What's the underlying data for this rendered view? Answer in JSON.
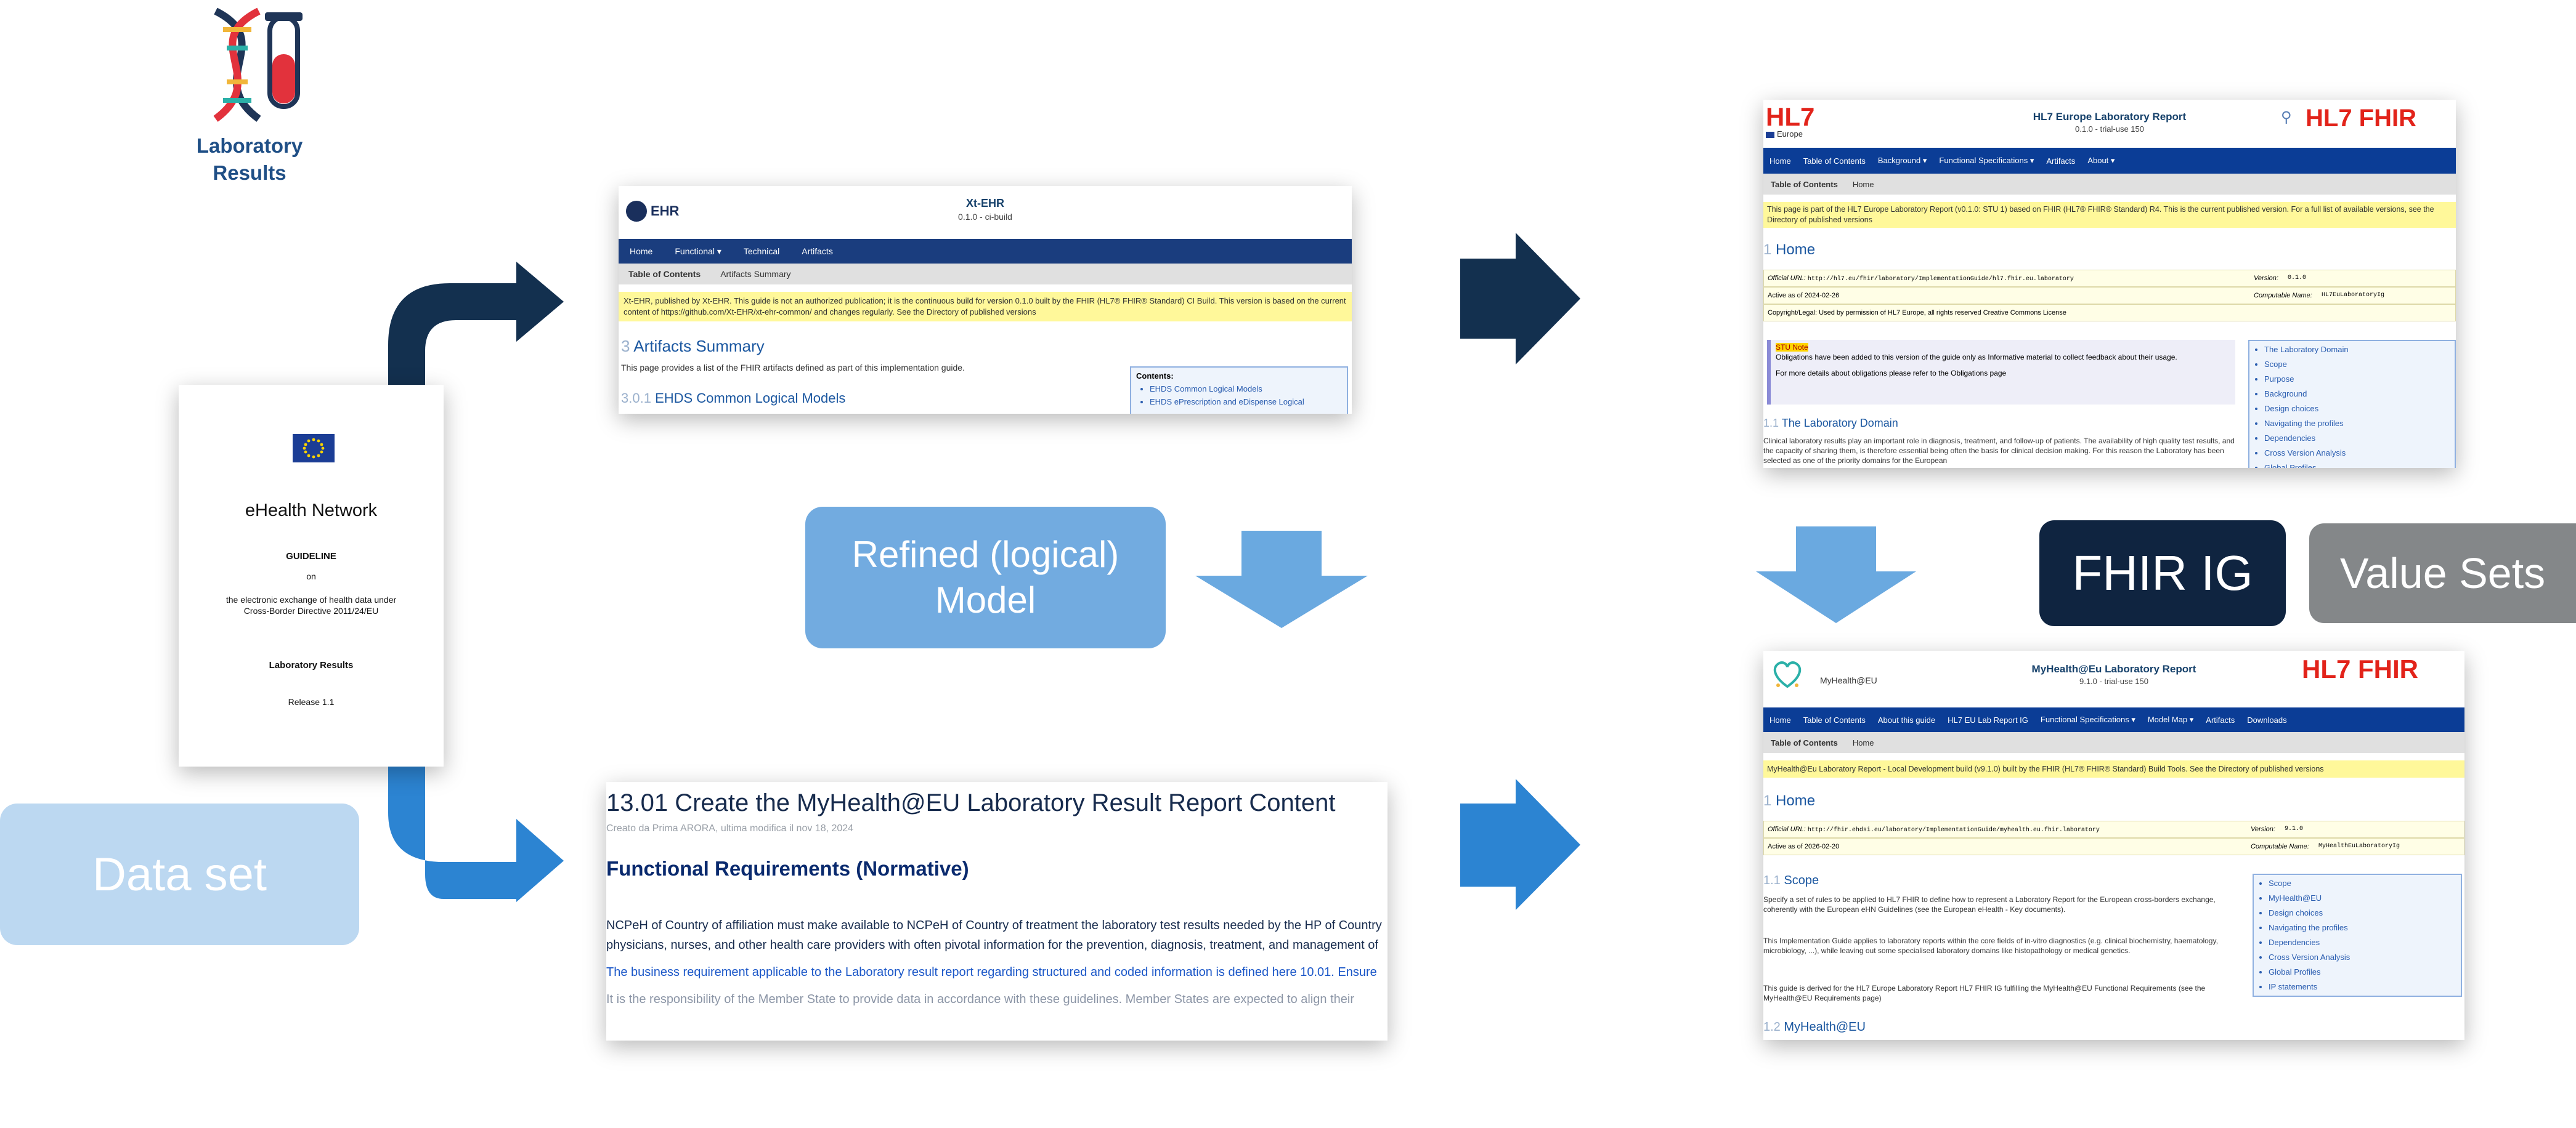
{
  "lab_icon_title": "Laboratory Results",
  "guideline": {
    "org": "eHealth Network",
    "heading": "GUIDELINE",
    "on": "on",
    "desc": "the electronic exchange of health data under Cross-Border Directive 2011/24/EU",
    "subject": "Laboratory Results",
    "release": "Release 1.1"
  },
  "boxes": {
    "data_set": "Data set",
    "refined_model": "Refined (logical) Model",
    "fhir_ig": "FHIR IG",
    "value_sets": "Value Sets"
  },
  "xt": {
    "logo": "EHR",
    "title": "Xt-EHR",
    "version": "0.1.0 - ci-build",
    "nav": [
      "Home",
      "Functional ▾",
      "Technical",
      "Artifacts"
    ],
    "crumbs": [
      "Table of Contents",
      "Artifacts Summary"
    ],
    "banner": "Xt-EHR, published by Xt-EHR. This guide is not an authorized publication; it is the continuous build for version 0.1.0 built by the FHIR (HL7® FHIR® Standard) CI Build. This version is based on the current content of https://github.com/Xt-EHR/xt-ehr-common/ and changes regularly. See the Directory of published versions",
    "h_num": "3",
    "h": "Artifacts Summary",
    "p": "This page provides a list of the FHIR artifacts defined as part of this implementation guide.",
    "h2_num": "3.0.1",
    "h2": "EHDS Common Logical Models",
    "toc_title": "Contents:",
    "toc": [
      "EHDS Common Logical Models",
      "EHDS ePrescription and eDispense Logical"
    ]
  },
  "req": {
    "title": "13.01 Create the MyHealth@EU Laboratory Result Report Content",
    "meta": "Creato da Prima ARORA, ultima modifica il nov 18, 2024",
    "h": "Functional Requirements (Normative)",
    "p1": "NCPeH of Country of affiliation must make available to NCPeH of Country of treatment the laboratory test results needed by the HP of Country",
    "p2": "physicians, nurses, and other health care providers with often pivotal information for the prevention, diagnosis, treatment, and management of",
    "p3": "The business requirement applicable to the Laboratory result report regarding structured and coded information is defined here 10.01. Ensure",
    "p4": "It is the responsibility of the Member State to provide data in accordance with these guidelines. Member States are expected to align their"
  },
  "hl7eu": {
    "logo": "HL7",
    "logo_sub": "Europe",
    "title": "HL7 Europe Laboratory Report",
    "version": "0.1.0 - trial-use 150",
    "fhir": "HL7 FHIR",
    "nav": [
      "Home",
      "Table of Contents",
      "Background ▾",
      "Functional Specifications ▾",
      "Artifacts",
      "About ▾"
    ],
    "crumbs": [
      "Table of Contents",
      "Home"
    ],
    "banner": "This page is part of the HL7 Europe Laboratory Report (v0.1.0: STU 1) based on FHIR (HL7® FHIR® Standard) R4. This is the current published version. For a full list of available versions, see the Directory of published versions",
    "h_num": "1",
    "h": "Home",
    "rows": [
      [
        "Official URL:",
        "http://hl7.eu/fhir/laboratory/ImplementationGuide/hl7.fhir.eu.laboratory",
        "Version:",
        "0.1.0"
      ],
      [
        "Active as of 2024-02-26",
        "",
        "Computable Name:",
        "HL7EuLaboratoryIg"
      ]
    ],
    "copyright": "Copyright/Legal: Used by permission of HL7 Europe, all rights reserved Creative Commons License",
    "stu_label": "STU Note",
    "stu_text": "Obligations have been added to this version of the guide only as Informative material to collect feedback about their usage.",
    "stu_text2": "For more details about obligations please refer to the Obligations page",
    "h2_num": "1.1",
    "h2": "The Laboratory Domain",
    "p": "Clinical laboratory results play an important role in diagnosis, treatment, and follow-up of patients. The availability of high quality test results, and the capacity of sharing them, is therefore essential being often the basis for clinical decision making. For this reason the Laboratory has been selected as one of the priority domains for the European",
    "toc": [
      "The Laboratory Domain",
      "Scope",
      "Purpose",
      "Background",
      "Design choices",
      "Navigating the profiles",
      "Dependencies",
      "Cross Version Analysis",
      "Global Profiles"
    ]
  },
  "mh": {
    "logo": "MyHealth@EU",
    "title": "MyHealth@Eu Laboratory Report",
    "version": "9.1.0 - trial-use 150",
    "fhir": "HL7 FHIR",
    "nav": [
      "Home",
      "Table of Contents",
      "About this guide",
      "HL7 EU Lab Report IG",
      "Functional Specifications ▾",
      "Model Map ▾",
      "Artifacts",
      "Downloads"
    ],
    "crumbs": [
      "Table of Contents",
      "Home"
    ],
    "banner": "MyHealth@Eu Laboratory Report - Local Development build (v9.1.0) built by the FHIR (HL7® FHIR® Standard) Build Tools. See the Directory of published versions",
    "h_num": "1",
    "h": "Home",
    "rows": [
      [
        "Official URL:",
        "http://fhir.ehdsi.eu/laboratory/ImplementationGuide/myhealth.eu.fhir.laboratory",
        "Version:",
        "9.1.0"
      ],
      [
        "Active as of 2026-02-20",
        "",
        "Computable Name:",
        "MyHealthEuLaboratoryIg"
      ]
    ],
    "h2_num": "1.1",
    "h2": "Scope",
    "p1": "Specify a set of rules to be applied to HL7 FHIR to define how to represent a Laboratory Report for the European cross-borders exchange, coherently with the European eHN Guidelines (see the European eHealth - Key documents).",
    "p2": "This Implementation Guide applies to laboratory reports within the core fields of in-vitro diagnostics (e.g. clinical biochemistry, haematology, microbiology, ...), while leaving out some specialised laboratory domains like histopathology or medical genetics.",
    "p3": "This guide is derived for the HL7 Europe Laboratory Report HL7 FHIR IG fulfilling the MyHealth@EU Functional Requirements (see the MyHealth@EU Requirements page)",
    "h3_num": "1.2",
    "h3": "MyHealth@EU",
    "toc": [
      "Scope",
      "MyHealth@EU",
      "Design choices",
      "Navigating the profiles",
      "Dependencies",
      "Cross Version Analysis",
      "Global Profiles",
      "IP statements"
    ]
  }
}
